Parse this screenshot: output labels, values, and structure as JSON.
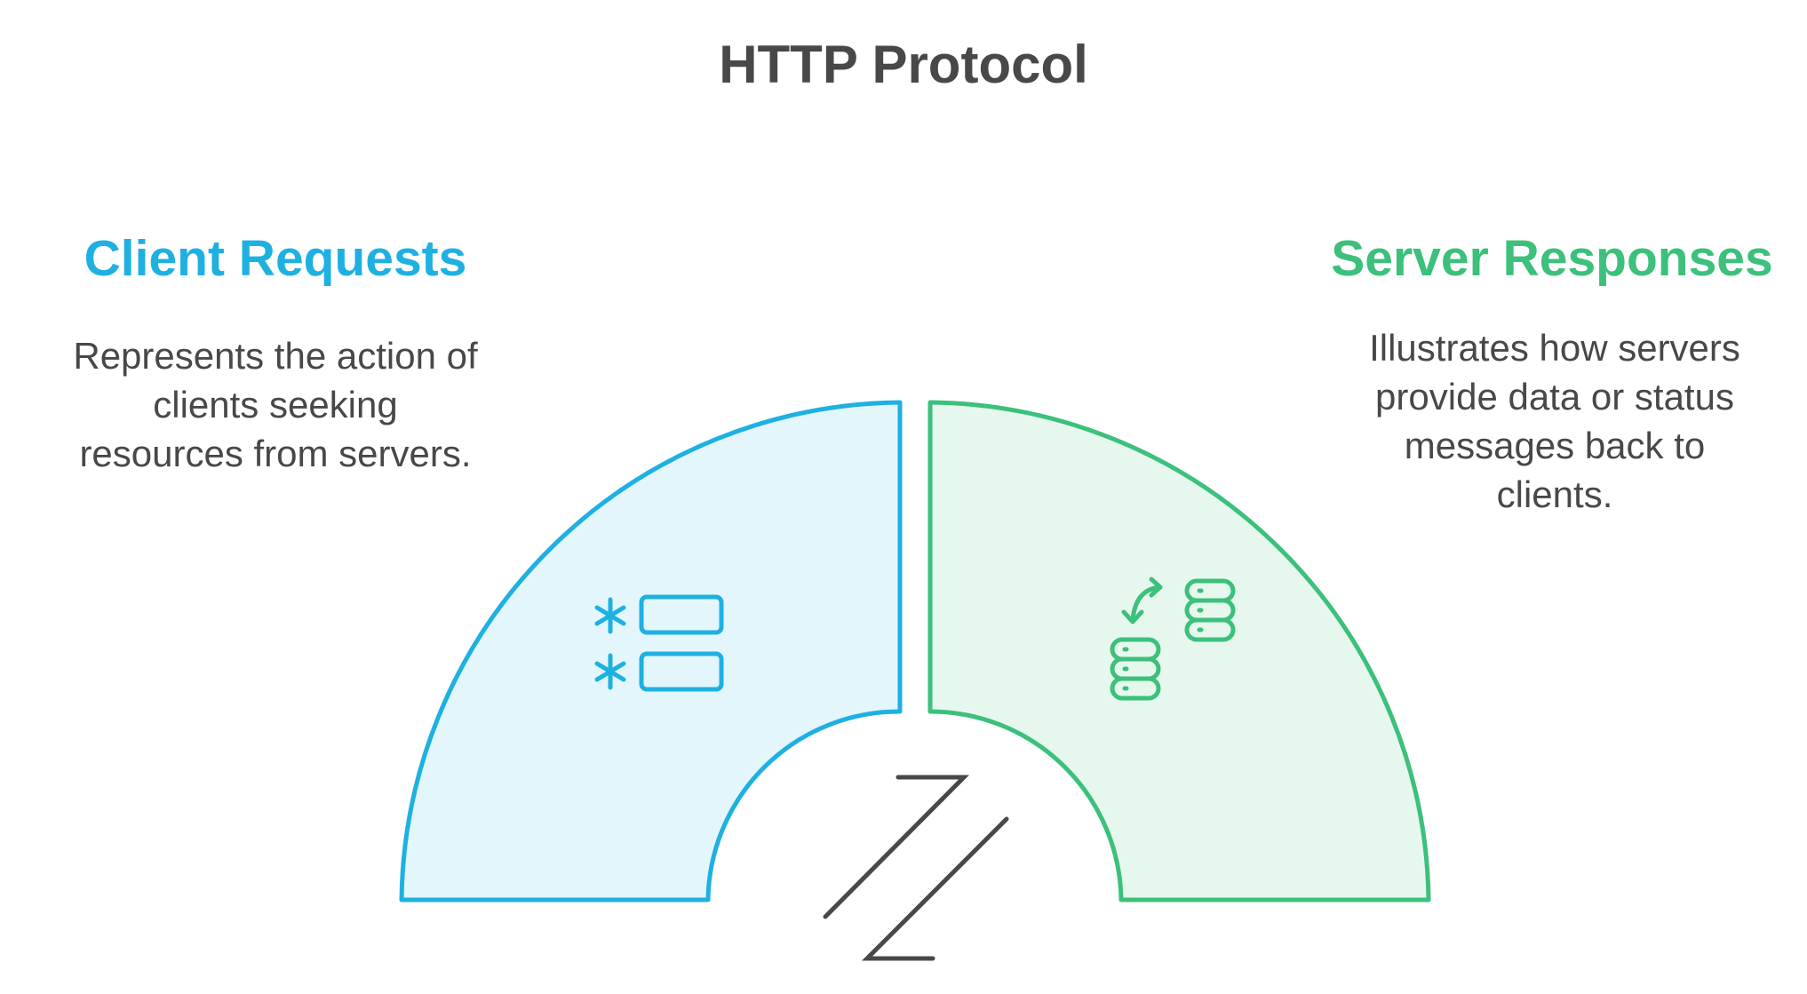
{
  "title": "HTTP Protocol",
  "colors": {
    "client": "#1fb0e2",
    "client_fill": "#e3f6fc",
    "server": "#3cc07c",
    "server_fill": "#e6f8ee",
    "text": "#484848",
    "connector": "#484848"
  },
  "sections": [
    {
      "id": "client",
      "heading": "Client Requests",
      "description_lines": [
        "Represents the action of",
        "clients seeking",
        "resources from servers."
      ],
      "icon": "request-list-icon"
    },
    {
      "id": "server",
      "heading": "Server Responses",
      "description_lines": [
        "Illustrates how servers",
        "provide data or status",
        "messages back to",
        "clients."
      ],
      "icon": "server-exchange-icon"
    }
  ],
  "center_icon": "bidirectional-lines-icon"
}
